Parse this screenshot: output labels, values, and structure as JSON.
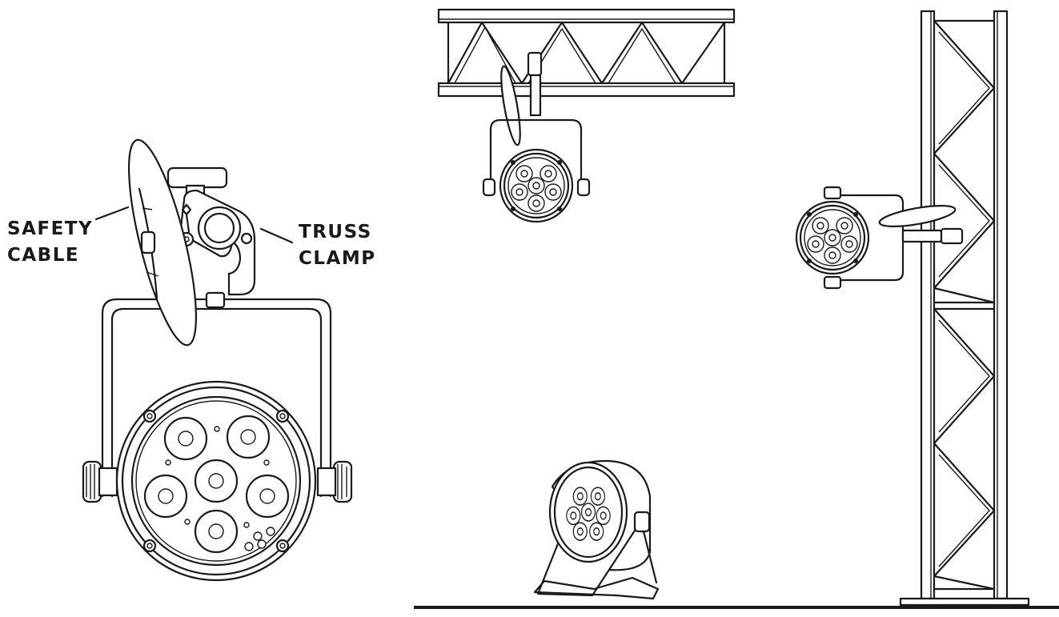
{
  "labels": {
    "safety_cable": [
      "SAFETY",
      "CABLE"
    ],
    "truss_clamp": [
      "TRUSS",
      "CLAMP"
    ]
  }
}
